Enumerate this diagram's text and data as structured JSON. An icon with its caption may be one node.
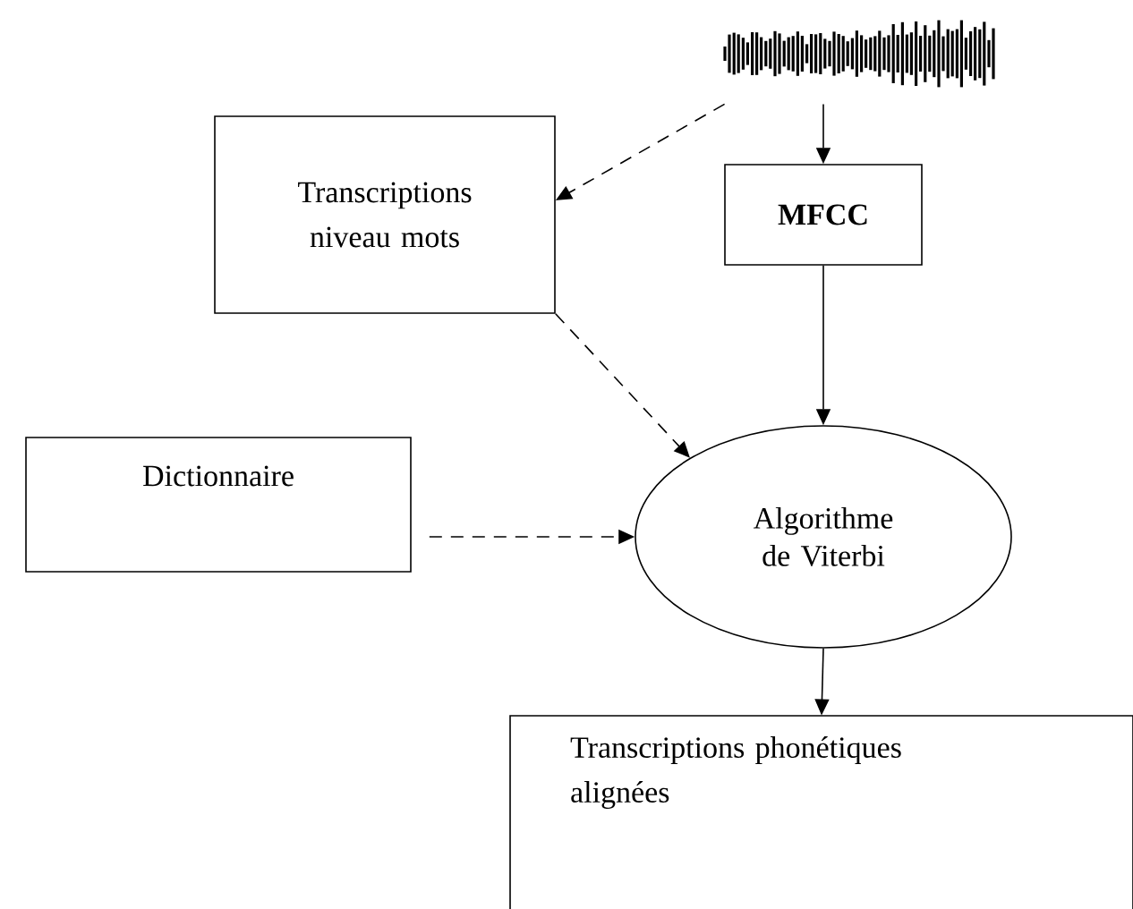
{
  "diagram": {
    "nodes": [
      {
        "text": [],
        "shape": "picture"
      },
      {
        "text": [
          "Transcriptions niveau mots"
        ]
      },
      {
        "text": [
          "MFCC"
        ]
      },
      {
        "text": [
          "Algorithme de Viterbi"
        ]
      },
      {
        "text": [
          "Dictionnaire"
        ]
      },
      {
        "text": [
          "Transcriptions phonétiques alignées"
        ]
      }
    ],
    "edges": [
      {
        "from": 0,
        "to": 1,
        "arrow": "to",
        "style": "dashed"
      },
      {
        "from": 0,
        "to": 2,
        "arrow": "to"
      },
      {
        "from": 1,
        "to": 3,
        "arrow": "to",
        "style": "dashed"
      },
      {
        "from": 2,
        "to": 3,
        "arrow": "to"
      },
      {
        "from": 4,
        "to": 3,
        "arrow": "to",
        "style": "dashed"
      },
      {
        "from": 3,
        "to": 5,
        "arrow": "to"
      }
    ]
  }
}
